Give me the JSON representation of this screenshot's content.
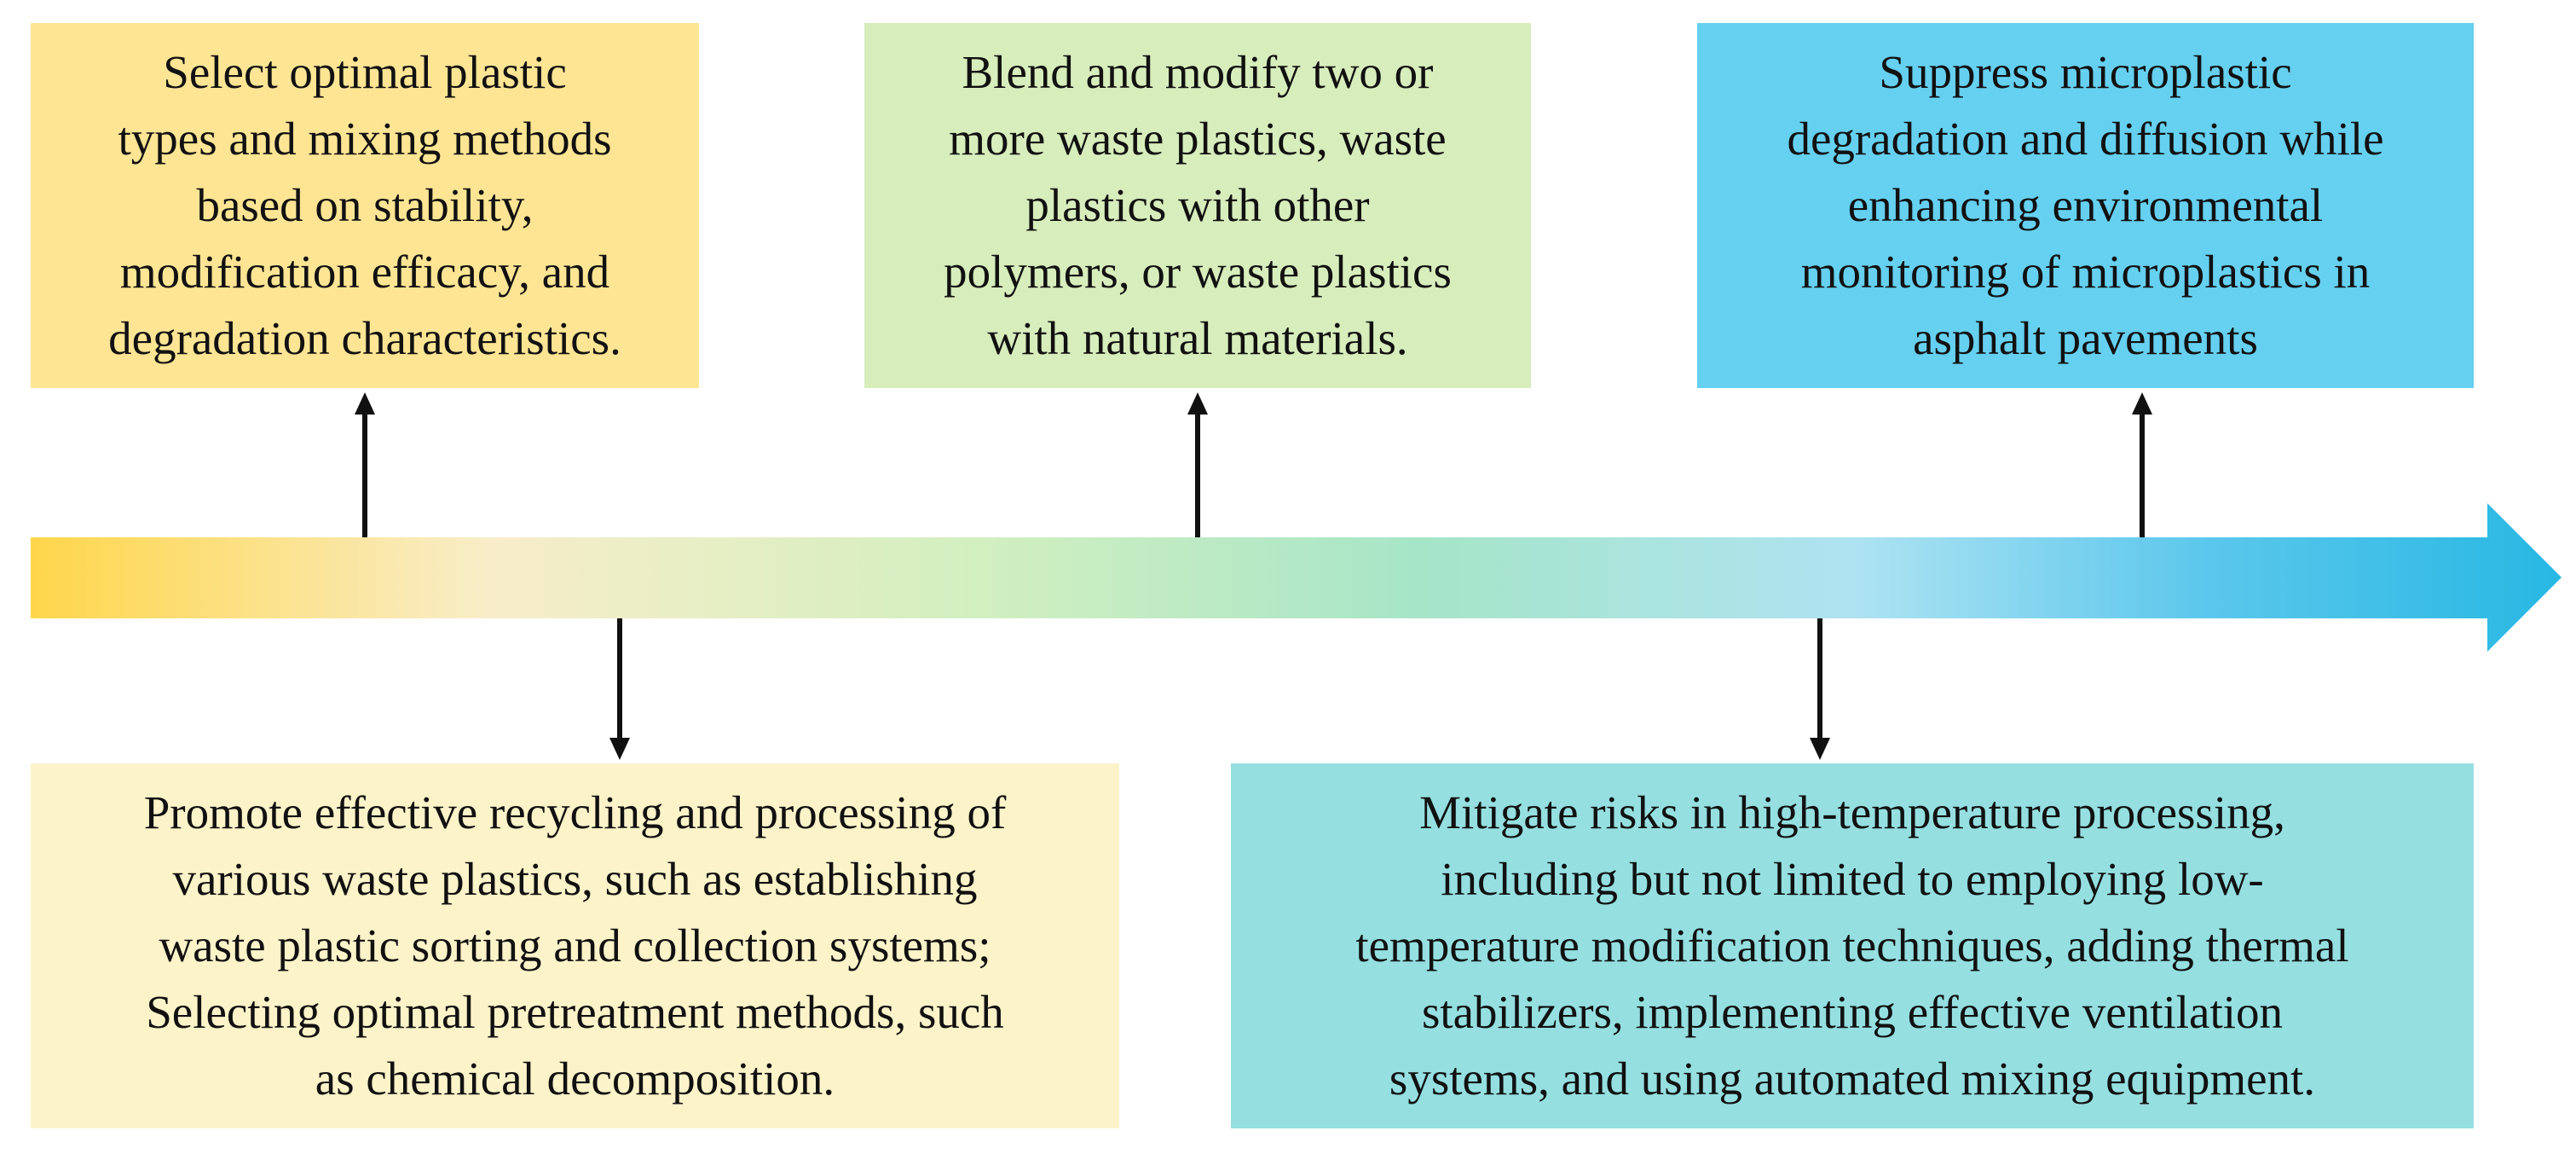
{
  "colors": {
    "box_1": "#FEE594",
    "box_2": "#D7EDBC",
    "box_3": "#66D0F0",
    "box_4": "#FDF3C9",
    "box_5": "#95DFE1",
    "arrow_gradient": [
      "#FFD64A",
      "#F8EDC8",
      "#D1EFC0",
      "#A6E5C8",
      "#AEE3F2",
      "#5BC7EC",
      "#27B8E3"
    ],
    "connector": "#111111"
  },
  "boxes": {
    "b1": "Select optimal plastic\ntypes and mixing methods\nbased on stability,\nmodification efficacy, and\ndegradation characteristics.",
    "b2": "Blend and modify two or\nmore waste plastics, waste\nplastics with other\npolymers, or waste plastics\nwith natural materials.",
    "b3": "Suppress microplastic\ndegradation and diffusion while\nenhancing environmental\nmonitoring of microplastics in\nasphalt pavements",
    "b4": "Promote effective recycling and processing of\nvarious waste plastics, such as establishing\nwaste plastic sorting and collection systems;\nSelecting optimal pretreatment methods, such\nas chemical decomposition.",
    "b5": "Mitigate risks in high-temperature processing,\nincluding but not limited to employing low-\ntemperature modification techniques, adding thermal\nstabilizers, implementing effective ventilation\nsystems, and using automated mixing equipment."
  }
}
